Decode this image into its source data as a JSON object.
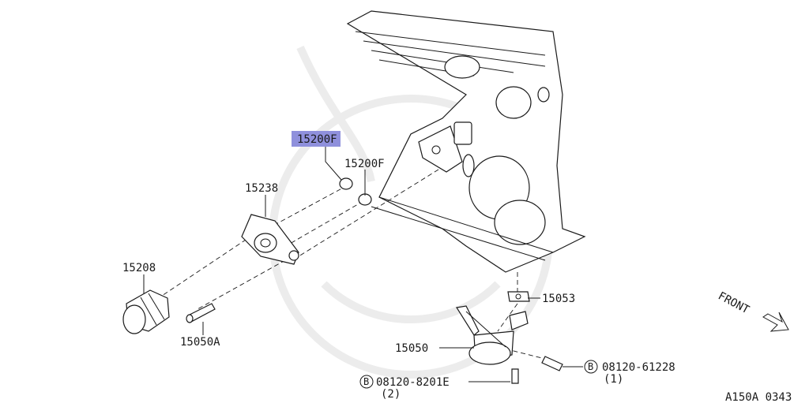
{
  "parts": {
    "highlighted": "15200F",
    "oil_cooler_seal": "15200F",
    "oil_filter_bracket": "15238",
    "oil_filter": "15208",
    "connector_bolt": "15050A",
    "oil_pan_gasket": "15053",
    "oil_strainer": "15050",
    "bolt_a": {
      "circle": "B",
      "number": "08120-8201E",
      "qty": "(2)"
    },
    "bolt_b": {
      "circle": "B",
      "number": "08120-61228",
      "qty": "(1)"
    }
  },
  "direction": "FRONT",
  "figure_code": "A150A 0343",
  "colors": {
    "highlight": "#8f90dc",
    "line": "#1a1a1a"
  }
}
